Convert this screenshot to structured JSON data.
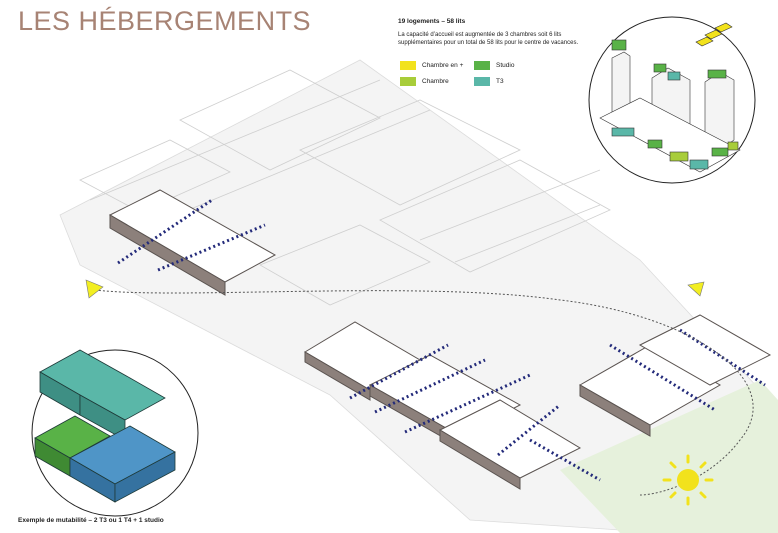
{
  "title": "LES HÉBERGEMENTS",
  "legend": {
    "heading": "19 logements – 58 lits",
    "description": "La capacité d’accueil est augmentée de 3 chambres soit 6 lits supplémentaires pour un total de 58 lits pour le centre de vacances.",
    "items": [
      {
        "label": "Chambre en +",
        "color": "#f2e21c"
      },
      {
        "label": "Studio",
        "color": "#59b247"
      },
      {
        "label": "Chambre",
        "color": "#a8cd3a"
      },
      {
        "label": "T3",
        "color": "#5ab7a8"
      }
    ]
  },
  "caption": "Exemple de mutabilité – 2 T3 ou 1 T4 + 1 studio",
  "colors": {
    "title": "#a78374",
    "arrow": "#232a7a",
    "warning": "#f2ee22",
    "sun": "#f2e21c",
    "t3": "#5ab7a8",
    "studio": "#59b247",
    "blue": "#4f95c7"
  }
}
